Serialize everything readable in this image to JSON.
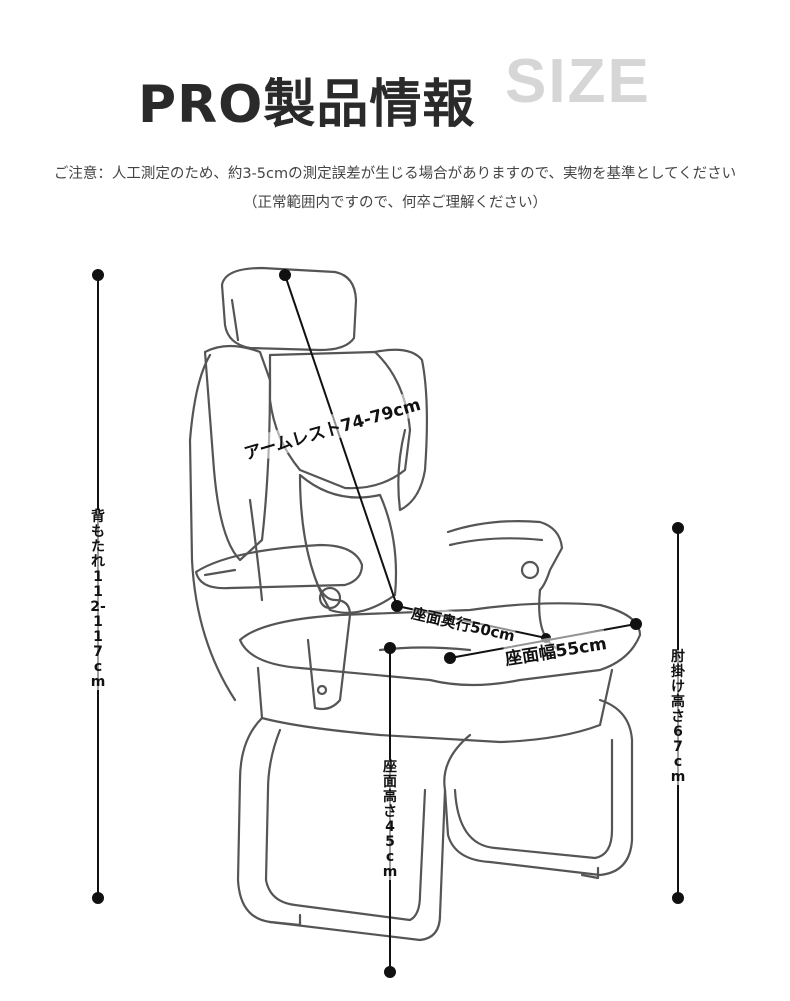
{
  "header": {
    "title": "PRO製品情報",
    "size_word": "SIZE"
  },
  "notice": {
    "line1": "ご注意：人工測定のため、約3-5cmの測定誤差が生じる場合がありますので、実物を基準としてください",
    "line2": "（正常範囲内ですので、何卒ご理解ください）"
  },
  "dimensions": {
    "armrest": "アームレスト74-79cm",
    "seat_depth": "座面奥行50cm",
    "seat_width": "座面幅55cm",
    "backrest_height": "背もたれ112-117cm",
    "armrest_height": "肘掛け高さ67cm",
    "seat_height": "座面高さ45cm"
  },
  "colors": {
    "line": "#111111",
    "outline": "#555555",
    "title": "#2a2a2a",
    "size_word": "#d6d6d6"
  }
}
